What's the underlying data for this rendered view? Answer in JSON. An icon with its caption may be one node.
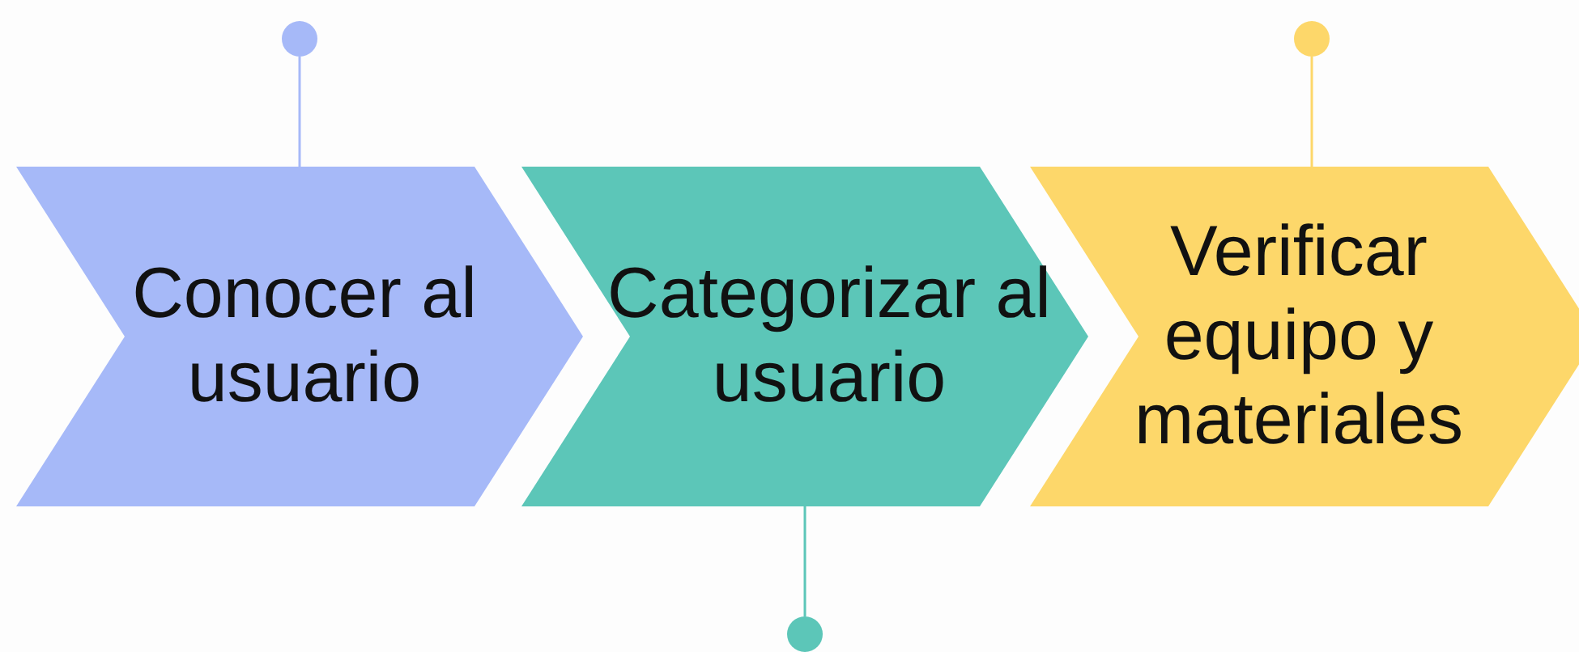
{
  "diagram": {
    "nodes": [
      {
        "text": [
          "Conocer al usuario"
        ]
      },
      {
        "text": [
          "Categorizar al usuario"
        ]
      },
      {
        "text": [
          "Verificar equipo y materiales"
        ]
      },
      {
        "text": [],
        "shape": "circle"
      },
      {
        "text": [],
        "shape": "circle"
      },
      {
        "text": [],
        "shape": "circle"
      }
    ],
    "edges": [
      {
        "from": 3,
        "to": 0,
        "arrow": "none",
        "color": "#a6b9f8"
      },
      {
        "from": 4,
        "to": 1,
        "arrow": "none",
        "color": "#5cc6b8"
      },
      {
        "from": 5,
        "to": 2,
        "arrow": "none",
        "color": "#fdd76a"
      }
    ]
  }
}
